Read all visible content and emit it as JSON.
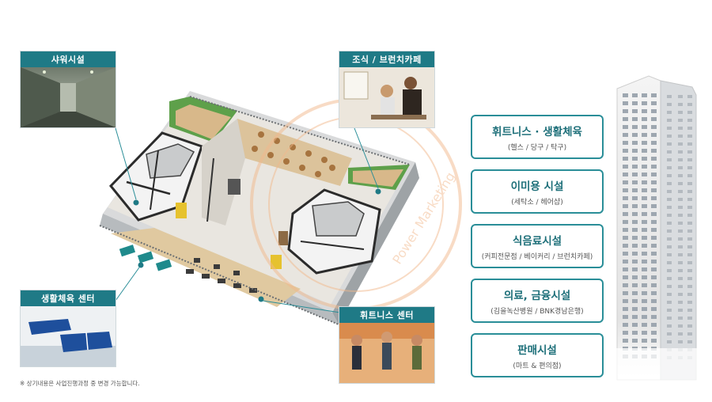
{
  "photos": {
    "shower": {
      "label": "샤워시설"
    },
    "cafe": {
      "label": "조식 / 브런치카페"
    },
    "sports": {
      "label": "생활체육 센터"
    },
    "fitness": {
      "label": "휘트니스 센터"
    }
  },
  "facilities": [
    {
      "name": "휘트니스 · 생활체육",
      "sub": "(헬스 / 당구 / 탁구)"
    },
    {
      "name": "이미용 시설",
      "sub": "(세탁소 / 헤어샵)"
    },
    {
      "name": "식음료시설",
      "sub": "(커피전문점 / 베이커리 / 브런치카페)"
    },
    {
      "name": "의료, 금융시설",
      "sub": "(김을녹산병원 / BNK경남은행)"
    },
    {
      "name": "판매시설",
      "sub": "(마트 & 편의점)"
    }
  ],
  "watermark": "Power Marketing",
  "footnote": "※ 상기내용은 사업진행과정 중 변경 가능합니다.",
  "colors": {
    "accent": "#1f7a86",
    "border": "#2a8e98",
    "floor_green": "#5ea04a",
    "floor_wood": "#d8b88a"
  }
}
